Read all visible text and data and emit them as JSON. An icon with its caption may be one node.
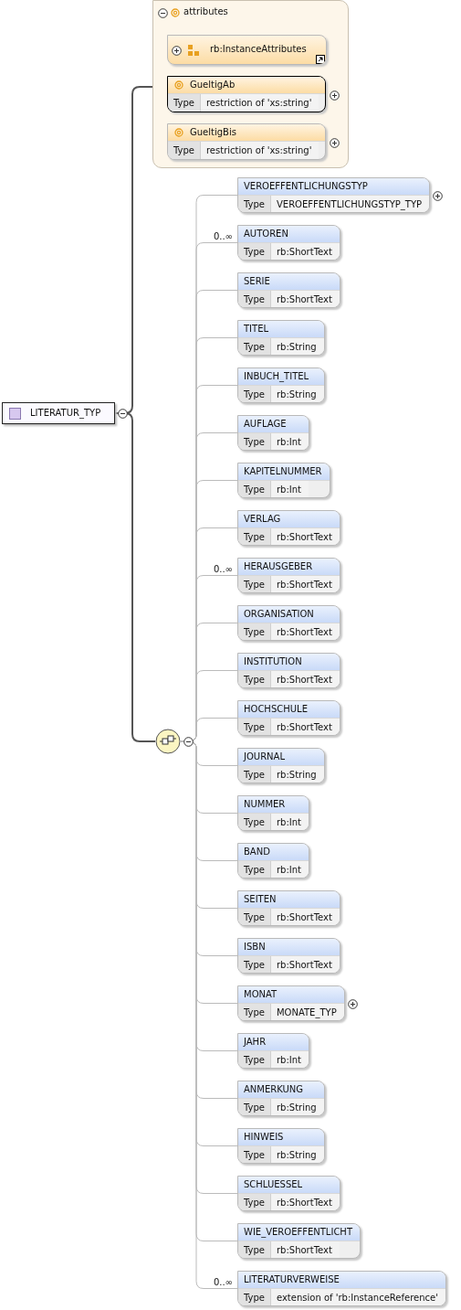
{
  "diagram": {
    "nodes": [
      {
        "text": [
          "LITERATUR_TYP"
        ]
      },
      {
        "text": [
          "attributes"
        ]
      },
      {
        "text": [
          "rb:InstanceAttributes"
        ],
        "in": 1
      },
      {
        "text": [
          "GueltigAb",
          "Type",
          "restriction of 'xs:string'"
        ],
        "in": 1
      },
      {
        "text": [
          "GueltigBis",
          "Type",
          "restriction of 'xs:string'"
        ],
        "in": 1
      },
      {
        "text": [],
        "shape": "circle"
      },
      {
        "text": [
          "VEROEFFENTLICHUNGSTYP",
          "Type",
          "VEROEFFENTLICHUNGSTYP_TYP"
        ]
      },
      {
        "text": [
          "AUTOREN",
          "Type",
          "rb:ShortText"
        ]
      },
      {
        "text": [
          "SERIE",
          "Type",
          "rb:ShortText"
        ]
      },
      {
        "text": [
          "TITEL",
          "Type",
          "rb:String"
        ]
      },
      {
        "text": [
          "INBUCH_TITEL",
          "Type",
          "rb:String"
        ]
      },
      {
        "text": [
          "AUFLAGE",
          "Type",
          "rb:Int"
        ]
      },
      {
        "text": [
          "KAPITELNUMMER",
          "Type",
          "rb:Int"
        ]
      },
      {
        "text": [
          "VERLAG",
          "Type",
          "rb:ShortText"
        ]
      },
      {
        "text": [
          "HERAUSGEBER",
          "Type",
          "rb:ShortText"
        ]
      },
      {
        "text": [
          "ORGANISATION",
          "Type",
          "rb:ShortText"
        ]
      },
      {
        "text": [
          "INSTITUTION",
          "Type",
          "rb:ShortText"
        ]
      },
      {
        "text": [
          "HOCHSCHULE",
          "Type",
          "rb:ShortText"
        ]
      },
      {
        "text": [
          "JOURNAL",
          "Type",
          "rb:String"
        ]
      },
      {
        "text": [
          "NUMMER",
          "Type",
          "rb:Int"
        ]
      },
      {
        "text": [
          "BAND",
          "Type",
          "rb:Int"
        ]
      },
      {
        "text": [
          "SEITEN",
          "Type",
          "rb:ShortText"
        ]
      },
      {
        "text": [
          "ISBN",
          "Type",
          "rb:ShortText"
        ]
      },
      {
        "text": [
          "MONAT",
          "Type",
          "MONATE_TYP"
        ]
      },
      {
        "text": [
          "JAHR",
          "Type",
          "rb:Int"
        ]
      },
      {
        "text": [
          "ANMERKUNG",
          "Type",
          "rb:String"
        ]
      },
      {
        "text": [
          "HINWEIS",
          "Type",
          "rb:String"
        ]
      },
      {
        "text": [
          "SCHLUESSEL",
          "Type",
          "rb:ShortText"
        ]
      },
      {
        "text": [
          "WIE_VEROEFFENTLICHT",
          "Type",
          "rb:ShortText"
        ]
      },
      {
        "text": [
          "LITERATURVERWEISE",
          "Type",
          "extension of 'rb:InstanceReference'"
        ]
      }
    ],
    "edges": [
      {
        "from": 0,
        "to": 1,
        "arrow": "none",
        "color": "#555555"
      },
      {
        "from": 0,
        "to": 5,
        "arrow": "none",
        "color": "#555555"
      },
      {
        "from": 5,
        "to": 6,
        "arrow": "none"
      },
      {
        "from": 5,
        "to": 7,
        "arrow": "none",
        "label": "0..∞"
      },
      {
        "from": 5,
        "to": 8,
        "arrow": "none"
      },
      {
        "from": 5,
        "to": 9,
        "arrow": "none"
      },
      {
        "from": 5,
        "to": 10,
        "arrow": "none"
      },
      {
        "from": 5,
        "to": 11,
        "arrow": "none"
      },
      {
        "from": 5,
        "to": 12,
        "arrow": "none"
      },
      {
        "from": 5,
        "to": 13,
        "arrow": "none"
      },
      {
        "from": 5,
        "to": 14,
        "arrow": "none",
        "label": "0..∞"
      },
      {
        "from": 5,
        "to": 15,
        "arrow": "none"
      },
      {
        "from": 5,
        "to": 16,
        "arrow": "none"
      },
      {
        "from": 5,
        "to": 17,
        "arrow": "none"
      },
      {
        "from": 5,
        "to": 18,
        "arrow": "none"
      },
      {
        "from": 5,
        "to": 19,
        "arrow": "none"
      },
      {
        "from": 5,
        "to": 20,
        "arrow": "none"
      },
      {
        "from": 5,
        "to": 21,
        "arrow": "none"
      },
      {
        "from": 5,
        "to": 22,
        "arrow": "none"
      },
      {
        "from": 5,
        "to": 23,
        "arrow": "none"
      },
      {
        "from": 5,
        "to": 24,
        "arrow": "none"
      },
      {
        "from": 5,
        "to": 25,
        "arrow": "none"
      },
      {
        "from": 5,
        "to": 26,
        "arrow": "none"
      },
      {
        "from": 5,
        "to": 27,
        "arrow": "none"
      },
      {
        "from": 5,
        "to": 28,
        "arrow": "none"
      },
      {
        "from": 5,
        "to": 29,
        "arrow": "none",
        "label": "0..∞"
      }
    ]
  }
}
